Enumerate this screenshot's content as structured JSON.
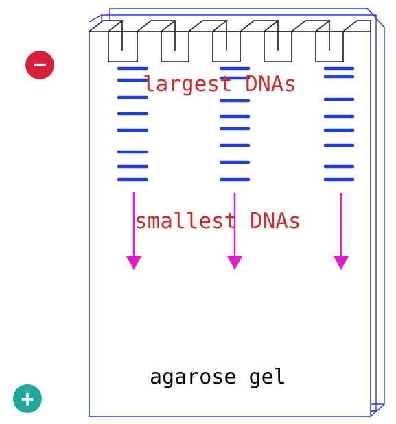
{
  "labels": {
    "top": "largest DNAs",
    "bottom": "smallest DNAs",
    "gel": "agarose gel"
  },
  "electrodes": {
    "negative": {
      "symbol": "−",
      "color": "#d7213b"
    },
    "positive": {
      "symbol": "+",
      "color": "#21a89a"
    }
  },
  "colors": {
    "band": "#1f3fd6",
    "arrow": "#e21bd0",
    "label": "#d22a2a",
    "gel_label": "#000000",
    "outline": "#2b3fd8"
  },
  "lanes": [
    {
      "bands": 8
    },
    {
      "bands": 8
    },
    {
      "bands": 8
    }
  ]
}
